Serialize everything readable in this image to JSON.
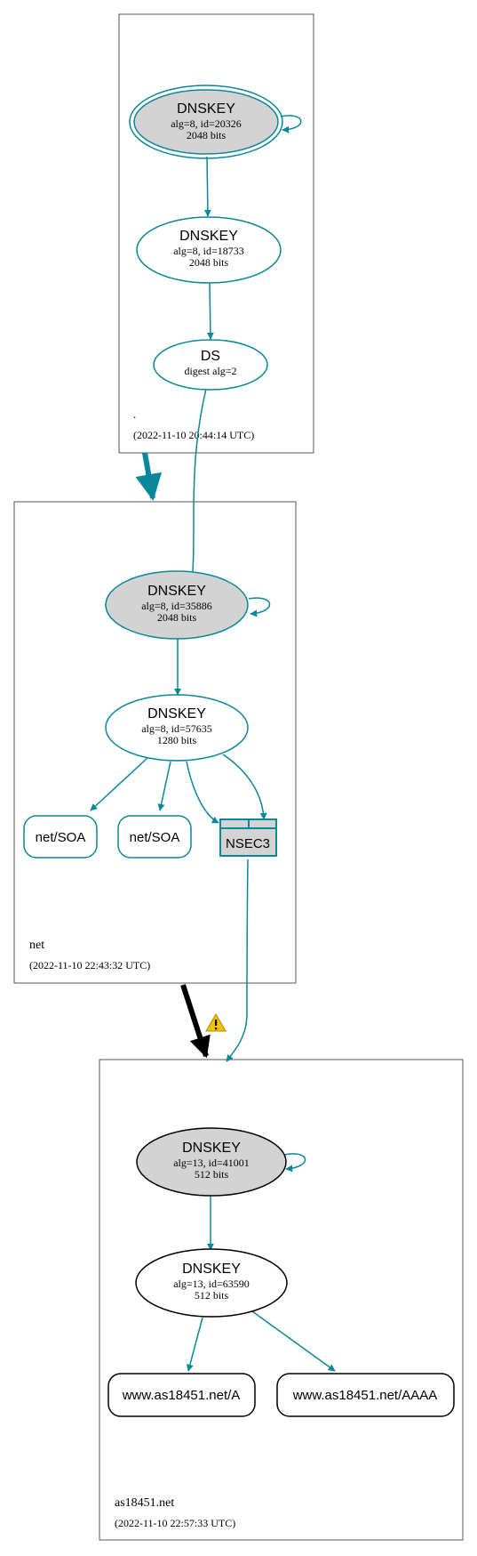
{
  "colors": {
    "teal": "#0a879a",
    "black": "#000000",
    "gray_fill": "#d3d3d3",
    "box_border": "#555555",
    "warning": "#f2c200"
  },
  "zones": {
    "root": {
      "name": ".",
      "timestamp": "(2022-11-10 20:44:14 UTC)"
    },
    "net": {
      "name": "net",
      "timestamp": "(2022-11-10 22:43:32 UTC)"
    },
    "as18451": {
      "name": "as18451.net",
      "timestamp": "(2022-11-10 22:57:33 UTC)"
    }
  },
  "nodes": {
    "root_ksk": {
      "title": "DNSKEY",
      "line1": "alg=8, id=20326",
      "line2": "2048 bits"
    },
    "root_zsk": {
      "title": "DNSKEY",
      "line1": "alg=8, id=18733",
      "line2": "2048 bits"
    },
    "root_ds": {
      "title": "DS",
      "line1": "digest alg=2"
    },
    "net_ksk": {
      "title": "DNSKEY",
      "line1": "alg=8, id=35886",
      "line2": "2048 bits"
    },
    "net_zsk": {
      "title": "DNSKEY",
      "line1": "alg=8, id=57635",
      "line2": "1280 bits"
    },
    "net_soa_1": {
      "label": "net/SOA"
    },
    "net_soa_2": {
      "label": "net/SOA"
    },
    "net_nsec3": {
      "label": "NSEC3"
    },
    "as_ksk": {
      "title": "DNSKEY",
      "line1": "alg=13, id=41001",
      "line2": "512 bits"
    },
    "as_zsk": {
      "title": "DNSKEY",
      "line1": "alg=13, id=63590",
      "line2": "512 bits"
    },
    "as_rr_a": {
      "label": "www.as18451.net/A"
    },
    "as_rr_aaaa": {
      "label": "www.as18451.net/AAAA"
    }
  },
  "warning_icon": "warning-triangle-icon"
}
